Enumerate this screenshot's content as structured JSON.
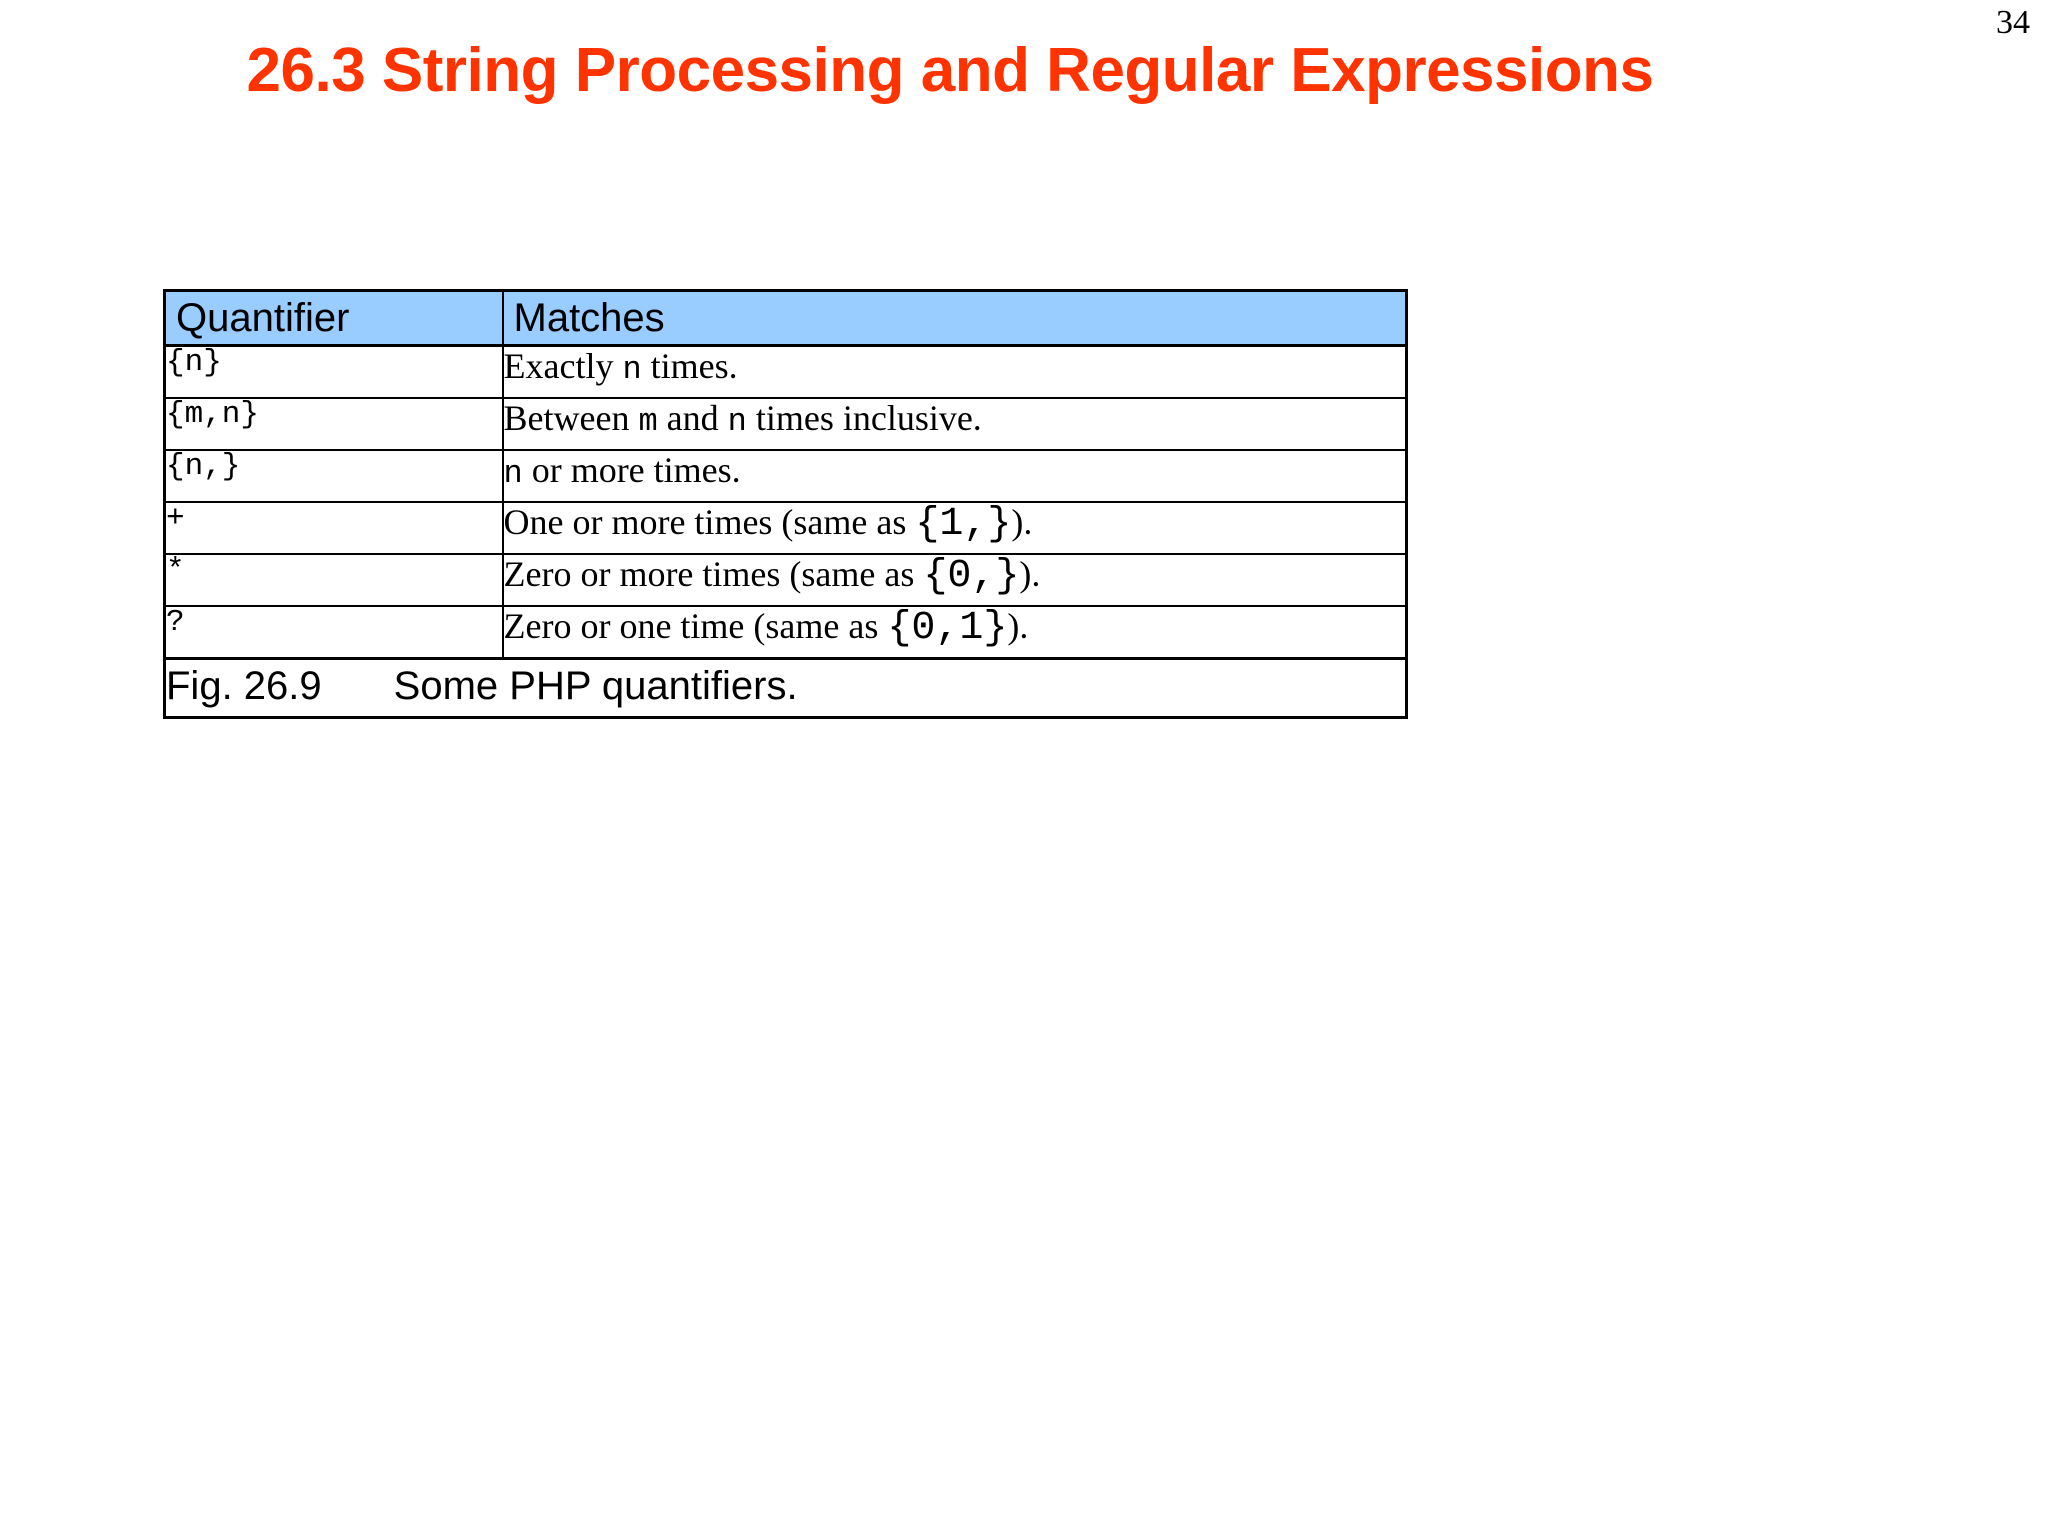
{
  "slide": {
    "page_number": "34",
    "title": "26.3 String Processing and Regular Expressions",
    "title_color": "#FF3300"
  },
  "table": {
    "header_fill": "#99CCFF",
    "columns": [
      "Quantifier",
      "Matches"
    ],
    "rows": [
      {
        "quantifier": "{n}",
        "match_prefix": "Exactly ",
        "match_mono": "n",
        "match_suffix": " times.",
        "match_plain": "Exactly n times."
      },
      {
        "quantifier": "{m,n}",
        "match_prefix": "Between ",
        "match_mono": "m",
        "match_mid": " and ",
        "match_mono2": "n",
        "match_suffix": " times inclusive.",
        "match_plain": "Between m and n times inclusive."
      },
      {
        "quantifier": "{n,}",
        "match_prefix": "",
        "match_mono": "n",
        "match_suffix": " or more times.",
        "match_plain": "n or more times."
      },
      {
        "quantifier": "+",
        "match_prefix": "One or more times (same as ",
        "match_mono_big": "{1,}",
        "match_suffix": ").",
        "match_plain": "One or more times (same as {1,})."
      },
      {
        "quantifier": "*",
        "match_prefix": "Zero or more times (same as ",
        "match_mono_big": "{0,}",
        "match_suffix": ").",
        "match_plain": "Zero or more times (same as {0,})."
      },
      {
        "quantifier": "?",
        "match_prefix": "Zero or one time (same as ",
        "match_mono_big": "{0,1}",
        "match_suffix": ").",
        "match_plain": "Zero or one time (same as {0,1})."
      }
    ],
    "caption": {
      "label": "Fig. 26.9",
      "text": "Some PHP quantifiers."
    }
  }
}
